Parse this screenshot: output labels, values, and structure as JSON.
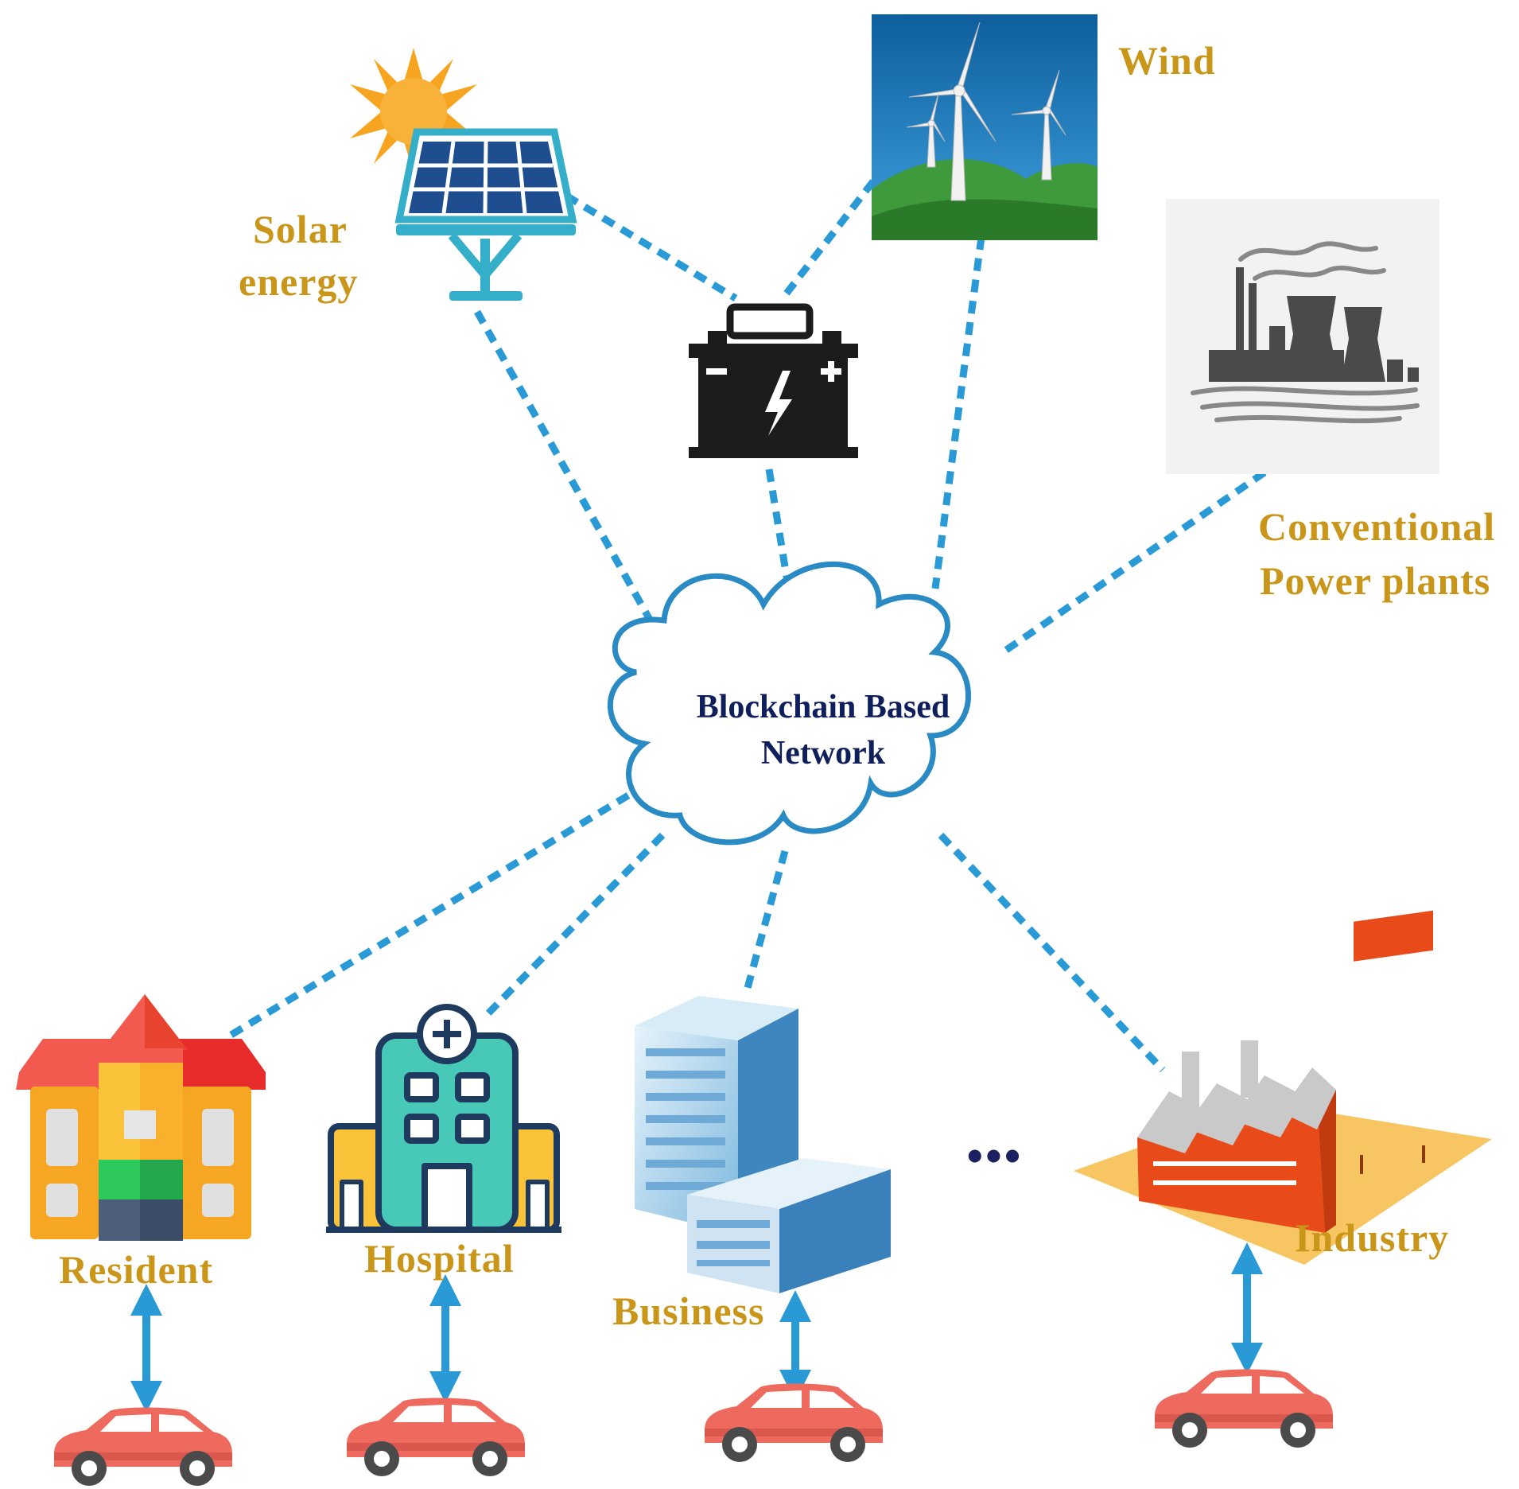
{
  "cloud": {
    "line1": "Blockchain Based",
    "line2": "Network"
  },
  "sources": {
    "solar": {
      "line1": "Solar",
      "line2": "energy",
      "icon": "solar-panel-icon"
    },
    "wind": {
      "label": "Wind",
      "icon": "wind-turbine-icon"
    },
    "battery": {
      "icon": "battery-icon"
    },
    "conventional": {
      "line1": "Conventional",
      "line2": "Power plants",
      "icon": "power-plant-icon"
    }
  },
  "consumers": {
    "resident": {
      "label": "Resident",
      "icon": "house-icon"
    },
    "hospital": {
      "label": "Hospital",
      "icon": "hospital-icon"
    },
    "business": {
      "label": "Business",
      "icon": "office-building-icon"
    },
    "ellipsis": "•••",
    "industry": {
      "label": "Industry",
      "icon": "factory-icon"
    }
  },
  "vehicle": {
    "icon": "electric-car-icon"
  },
  "colors": {
    "label": "#C9961A",
    "cloud_text": "#0F1F5C",
    "dashed_link": "#2A9AD6",
    "arrow": "#2A9AD6",
    "cloud_stroke": "#2A8AC4",
    "car": "#EF6A5E"
  }
}
